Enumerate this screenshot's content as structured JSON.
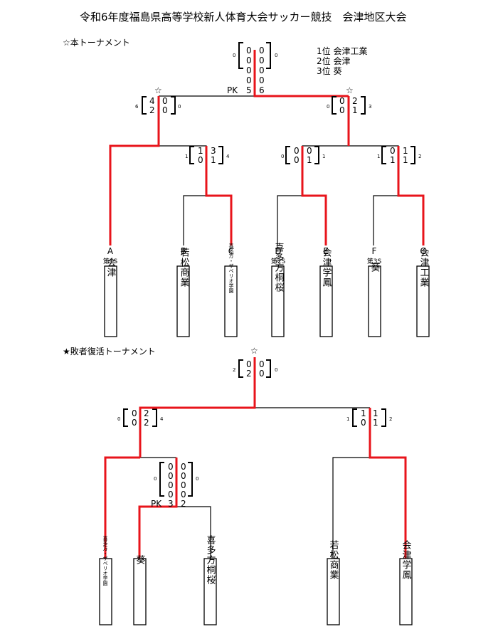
{
  "title": "令和6年度福島県高等学校新人体育大会サッカー競技　会津地区大会",
  "colors": {
    "win": "#e8141b",
    "line": "#000000"
  },
  "main": {
    "heading": "☆本トーナメント",
    "results": [
      "1位 会津工業",
      "2位 会津",
      "3位 葵"
    ],
    "star": "☆",
    "pk_label": "PK",
    "teams": [
      {
        "letter": "A",
        "seed": "第1S",
        "name": "会津"
      },
      {
        "letter": "B",
        "seed": "",
        "name": "若松商業"
      },
      {
        "letter": "C",
        "seed": "",
        "name": "喜多方・ザベリオ学園"
      },
      {
        "letter": "D",
        "seed": "第2S",
        "name": "喜多方桐桜"
      },
      {
        "letter": "E",
        "seed": "",
        "name": "会津学鳳"
      },
      {
        "letter": "F",
        "seed": "第3S",
        "name": "葵"
      },
      {
        "letter": "G",
        "seed": "",
        "name": "会津工業"
      }
    ],
    "scores": {
      "final": {
        "left": [
          "0",
          "0",
          "0",
          "0"
        ],
        "right": [
          "0",
          "0",
          "0",
          "0"
        ],
        "pk_left": "5",
        "pk_right": "6",
        "total_left": "0",
        "total_right": "0"
      },
      "sf_left": {
        "left": [
          "4",
          "2"
        ],
        "right": [
          "0",
          "0"
        ],
        "total_left": "6",
        "total_right": "0"
      },
      "sf_right": {
        "left": [
          "0",
          "0"
        ],
        "right": [
          "2",
          "1"
        ],
        "total_left": "0",
        "total_right": "3"
      },
      "qf_bc": {
        "left": [
          "1",
          "0"
        ],
        "right": [
          "3",
          "1"
        ],
        "total_left": "1",
        "total_right": "4"
      },
      "qf_de": {
        "left": [
          "0",
          "0"
        ],
        "right": [
          "0",
          "1"
        ],
        "total_left": "0",
        "total_right": "1"
      },
      "qf_fg": {
        "left": [
          "0",
          "1"
        ],
        "right": [
          "1",
          "1"
        ],
        "total_left": "1",
        "total_right": "2"
      }
    }
  },
  "repechage": {
    "heading": "★敗者復活トーナメント",
    "star": "☆",
    "pk_label": "PK",
    "teams": [
      {
        "name": "喜多方・ザベリオ学園"
      },
      {
        "name": "葵"
      },
      {
        "name": "喜多方桐桜"
      },
      {
        "name": "若松商業"
      },
      {
        "name": "会津学鳳"
      }
    ],
    "scores": {
      "final": {
        "left": [
          "0",
          "2"
        ],
        "right": [
          "0",
          "0"
        ],
        "total_left": "2",
        "total_right": "0"
      },
      "sf_left": {
        "left": [
          "0",
          "0"
        ],
        "right": [
          "2",
          "2"
        ],
        "total_left": "0",
        "total_right": "4"
      },
      "sf_right": {
        "left": [
          "1",
          "0"
        ],
        "right": [
          "1",
          "1"
        ],
        "total_left": "1",
        "total_right": "2"
      },
      "r1": {
        "left": [
          "0",
          "0",
          "0",
          "0"
        ],
        "right": [
          "0",
          "0",
          "0",
          "0"
        ],
        "pk_left": "3",
        "pk_right": "2",
        "total_left": "0",
        "total_right": "0"
      }
    }
  }
}
